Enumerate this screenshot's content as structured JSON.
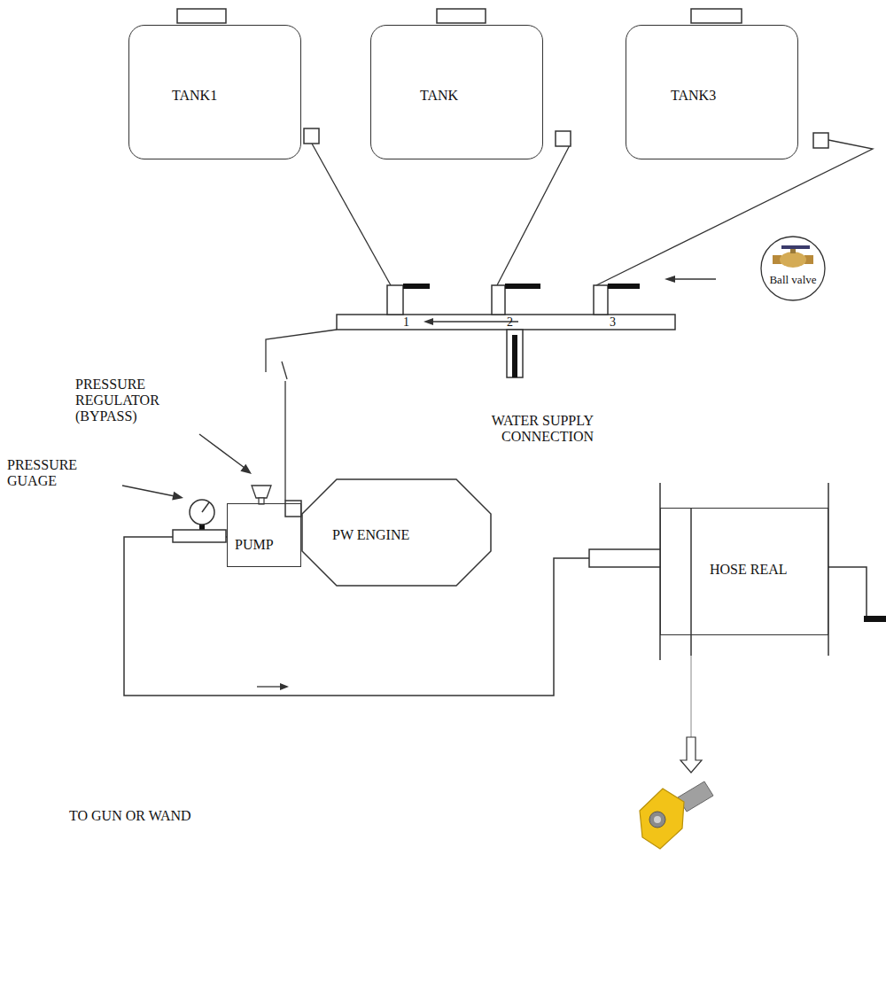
{
  "diagram": {
    "nodes": [
      {
        "text": [
          "TANK1"
        ]
      },
      {
        "text": [
          "TANK"
        ]
      },
      {
        "text": [
          "TANK3"
        ]
      },
      {
        "text": [
          "Ball valve"
        ]
      },
      {
        "text": [
          "PUMP"
        ]
      },
      {
        "text": [
          "PW ENGINE"
        ]
      },
      {
        "text": [
          "HOSE REAL"
        ]
      }
    ],
    "edges": [
      {
        "from": 4,
        "to": 6,
        "arrow": "none"
      }
    ],
    "labels": [
      "1",
      "2",
      "3",
      "PRESSURE REGULATOR (BYPASS)",
      "WATER SUPPLY CONNECTION",
      "PRESSURE GUAGE",
      "TO GUN OR WAND"
    ]
  }
}
